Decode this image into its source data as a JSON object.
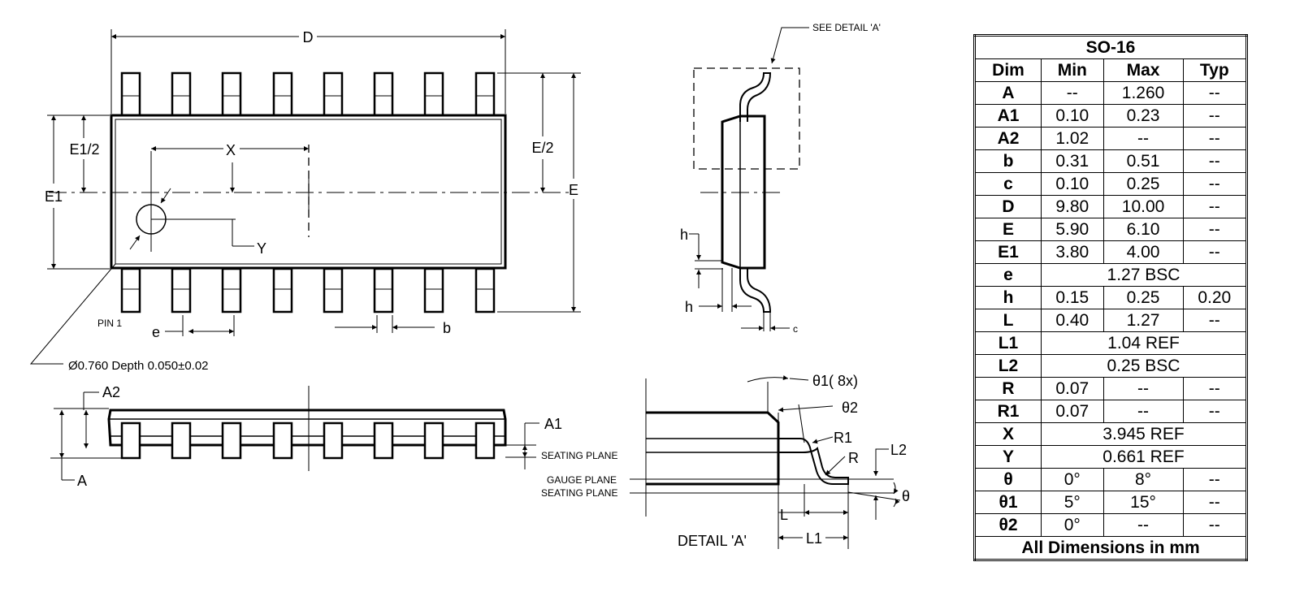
{
  "labels": {
    "D": "D",
    "E": "E",
    "E1": "E1",
    "E1_half": "E1/2",
    "E_half": "E/2",
    "X": "X",
    "Y": "Y",
    "pin1": "PIN 1",
    "e": "e",
    "b": "b",
    "hole_note": "Ø0.760 Depth 0.050±0.02",
    "see_detail": "SEE DETAIL 'A'",
    "h_top": "h",
    "h_bottom": "h",
    "c": "c",
    "A": "A",
    "A1": "A1",
    "A2": "A2",
    "seating_plane_1": "SEATING PLANE",
    "gauge_plane": "GAUGE PLANE",
    "seating_plane_2": "SEATING PLANE",
    "theta1": "θ1( 8x)",
    "theta2": "θ2",
    "R1": "R1",
    "R": "R",
    "L2": "L2",
    "theta": "θ",
    "L": "L",
    "L1": "L1",
    "detail": "DETAIL 'A'"
  },
  "table": {
    "title": "SO-16",
    "headers": [
      "Dim",
      "Min",
      "Max",
      "Typ"
    ],
    "rows": [
      {
        "dim": "A",
        "min": "--",
        "max": "1.260",
        "typ": "--"
      },
      {
        "dim": "A1",
        "min": "0.10",
        "max": "0.23",
        "typ": "--"
      },
      {
        "dim": "A2",
        "min": "1.02",
        "max": "--",
        "typ": "--"
      },
      {
        "dim": "b",
        "min": "0.31",
        "max": "0.51",
        "typ": "--"
      },
      {
        "dim": "c",
        "min": "0.10",
        "max": "0.25",
        "typ": "--"
      },
      {
        "dim": "D",
        "min": "9.80",
        "max": "10.00",
        "typ": "--"
      },
      {
        "dim": "E",
        "min": "5.90",
        "max": "6.10",
        "typ": "--"
      },
      {
        "dim": "E1",
        "min": "3.80",
        "max": "4.00",
        "typ": "--"
      },
      {
        "dim": "e",
        "span": "1.27  BSC"
      },
      {
        "dim": "h",
        "min": "0.15",
        "max": "0.25",
        "typ": "0.20"
      },
      {
        "dim": "L",
        "min": "0.40",
        "max": "1.27",
        "typ": "--"
      },
      {
        "dim": "L1",
        "span": "1.04  REF"
      },
      {
        "dim": "L2",
        "span": "0.25 BSC"
      },
      {
        "dim": "R",
        "min": "0.07",
        "max": "--",
        "typ": "--"
      },
      {
        "dim": "R1",
        "min": "0.07",
        "max": "--",
        "typ": "--"
      },
      {
        "dim": "X",
        "span": "3.945  REF"
      },
      {
        "dim": "Y",
        "span": "0.661 REF"
      },
      {
        "dim": "θ",
        "min": "0°",
        "max": "8°",
        "typ": "--"
      },
      {
        "dim": "θ1",
        "min": "5°",
        "max": "15°",
        "typ": "--"
      },
      {
        "dim": "θ2",
        "min": "0°",
        "max": "--",
        "typ": "--"
      }
    ],
    "footer": "All Dimensions in mm"
  }
}
